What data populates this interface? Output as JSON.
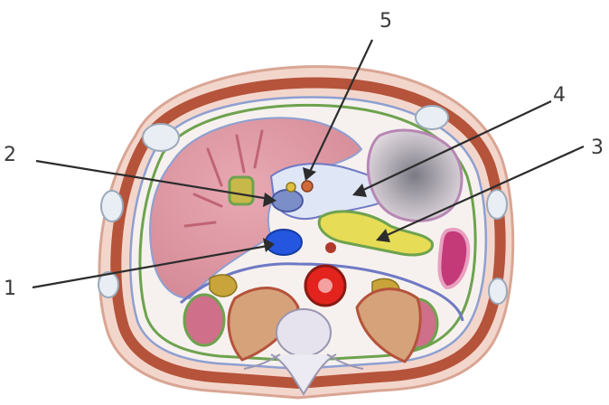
{
  "callouts": [
    {
      "id": "1",
      "label": "1"
    },
    {
      "id": "2",
      "label": "2"
    },
    {
      "id": "3",
      "label": "3"
    },
    {
      "id": "4",
      "label": "4"
    },
    {
      "id": "5",
      "label": "5"
    }
  ],
  "colors": {
    "background": "#ffffff",
    "skin": "#f1cfc3",
    "muscle": "#b5533b",
    "peritoneum_green": "#6ea24f",
    "peritoneum_blue": "#6f79c4",
    "liver": "#dc9aa4",
    "pancreas": "#e6dc55",
    "vein_blue": "#2456e0",
    "aorta_red": "#e2231e",
    "kidney": "#cf6f8a",
    "spleen": "#c43a78",
    "vertebra": "#e6e2ee"
  }
}
